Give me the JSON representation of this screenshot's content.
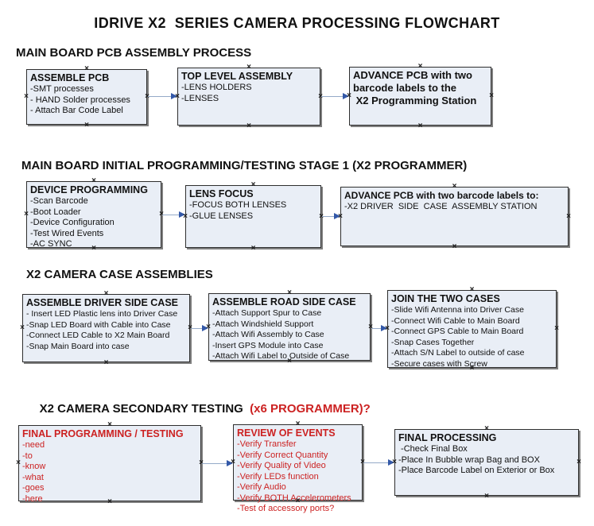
{
  "title": "IDRIVE X2  SERIES CAMERA PROCESSING FLOWCHART",
  "colors": {
    "box_fill": "#E9EEF6",
    "box_border": "#2E2E2E",
    "box_shadow": "#7F7F7F",
    "arrow_line": "#95AAC8",
    "arrow_head": "#3358A8",
    "red_text": "#CC2222"
  },
  "icons": {
    "connection_point": "x-mark",
    "arrow_head": "right-pointing-triangle"
  },
  "sections": [
    {
      "heading": "MAIN BOARD PCB ASSEMBLY PROCESS",
      "boxes": [
        {
          "title": "ASSEMBLE PCB",
          "lines": [
            "-SMT processes",
            "- HAND Solder processes",
            "- Attach Bar Code Label"
          ]
        },
        {
          "title": "TOP LEVEL ASSEMBLY",
          "lines": [
            "-LENS HOLDERS",
            "-LENSES"
          ]
        },
        {
          "lines": [
            "ADVANCE PCB with two",
            "barcode labels to the",
            " X2 Programming Station"
          ]
        }
      ]
    },
    {
      "heading": "MAIN BOARD INITIAL PROGRAMMING/TESTING STAGE 1 (X2 PROGRAMMER)",
      "boxes": [
        {
          "title": "DEVICE PROGRAMMING",
          "lines": [
            "-Scan Barcode",
            "-Boot Loader",
            "-Device Configuration",
            "-Test Wired Events",
            "-AC SYNC"
          ]
        },
        {
          "title": "LENS FOCUS",
          "lines": [
            "-FOCUS BOTH LENSES",
            "-GLUE LENSES"
          ]
        },
        {
          "title": "ADVANCE PCB with two barcode labels to:",
          "lines": [
            "-X2 DRIVER  SIDE  CASE  ASSEMBLY STATION"
          ]
        }
      ]
    },
    {
      "heading": "X2 CAMERA CASE ASSEMBLIES",
      "boxes": [
        {
          "title": "ASSEMBLE DRIVER SIDE CASE",
          "lines": [
            "- Insert LED Plastic lens into Driver Case",
            "-Snap LED Board with Cable into Case",
            "-Connect LED Cable to X2 Main Board",
            "-Snap Main Board into case"
          ]
        },
        {
          "title": "ASSEMBLE ROAD SIDE CASE",
          "lines": [
            "-Attach Support Spur to Case",
            "-Attach Windshield Support",
            "-Attach Wifi Assembly to Case",
            "-Insert GPS Module into Case",
            "-Attach Wifi Label to Outside of Case"
          ]
        },
        {
          "title": "JOIN THE TWO CASES",
          "lines": [
            "-Slide Wifi Antenna into Driver Case",
            "-Connect Wifi Cable to Main Board",
            "-Connect GPS Cable to Main Board",
            "-Snap Cases Together",
            "-Attach S/N Label to outside of case",
            "-Secure cases with Screw"
          ]
        }
      ]
    },
    {
      "heading": "X2 CAMERA SECONDARY TESTING  ",
      "heading_red": "(x6 PROGRAMMER)?",
      "boxes": [
        {
          "title": "FINAL PROGRAMMING / TESTING",
          "lines": [
            "-need",
            "-to",
            "-know",
            "-what",
            "-goes",
            "-here"
          ]
        },
        {
          "title": "REVIEW OF EVENTS",
          "lines": [
            "-Verify Transfer",
            "-Verify Correct Quantity",
            "-Verify Quality of Video",
            "-Verify LEDs function",
            "-Verify Audio",
            "-Verify BOTH Accelerometers",
            "-Test of accessory ports?"
          ]
        },
        {
          "title": "FINAL PROCESSING",
          "lines": [
            " -Check Final Box",
            "-Place In Bubble wrap Bag and BOX",
            "-Place Barcode Label on Exterior or Box"
          ]
        }
      ]
    }
  ]
}
